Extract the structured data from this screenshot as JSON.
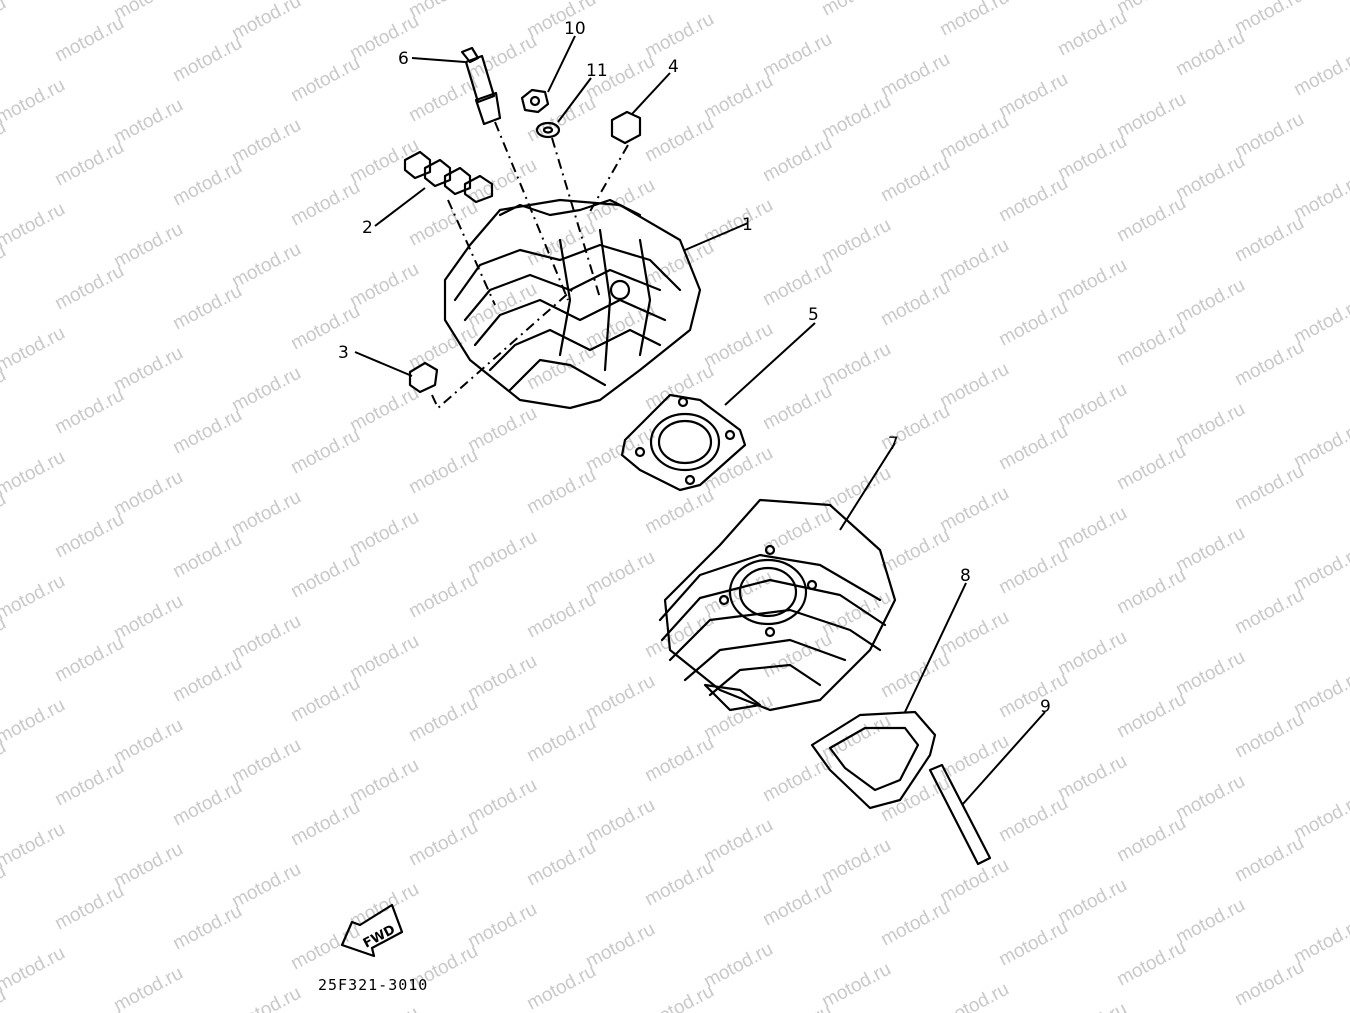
{
  "watermark": {
    "text": "motod.ru",
    "color": "#c9c9c9"
  },
  "callouts": [
    {
      "id": "1",
      "label": "1"
    },
    {
      "id": "2",
      "label": "2"
    },
    {
      "id": "3",
      "label": "3"
    },
    {
      "id": "4",
      "label": "4"
    },
    {
      "id": "5",
      "label": "5"
    },
    {
      "id": "6",
      "label": "6"
    },
    {
      "id": "7",
      "label": "7"
    },
    {
      "id": "8",
      "label": "8"
    },
    {
      "id": "9",
      "label": "9"
    },
    {
      "id": "10",
      "label": "10"
    },
    {
      "id": "11",
      "label": "11"
    }
  ],
  "fwd_badge": "FWD",
  "diagram_code": "25F321-3010"
}
